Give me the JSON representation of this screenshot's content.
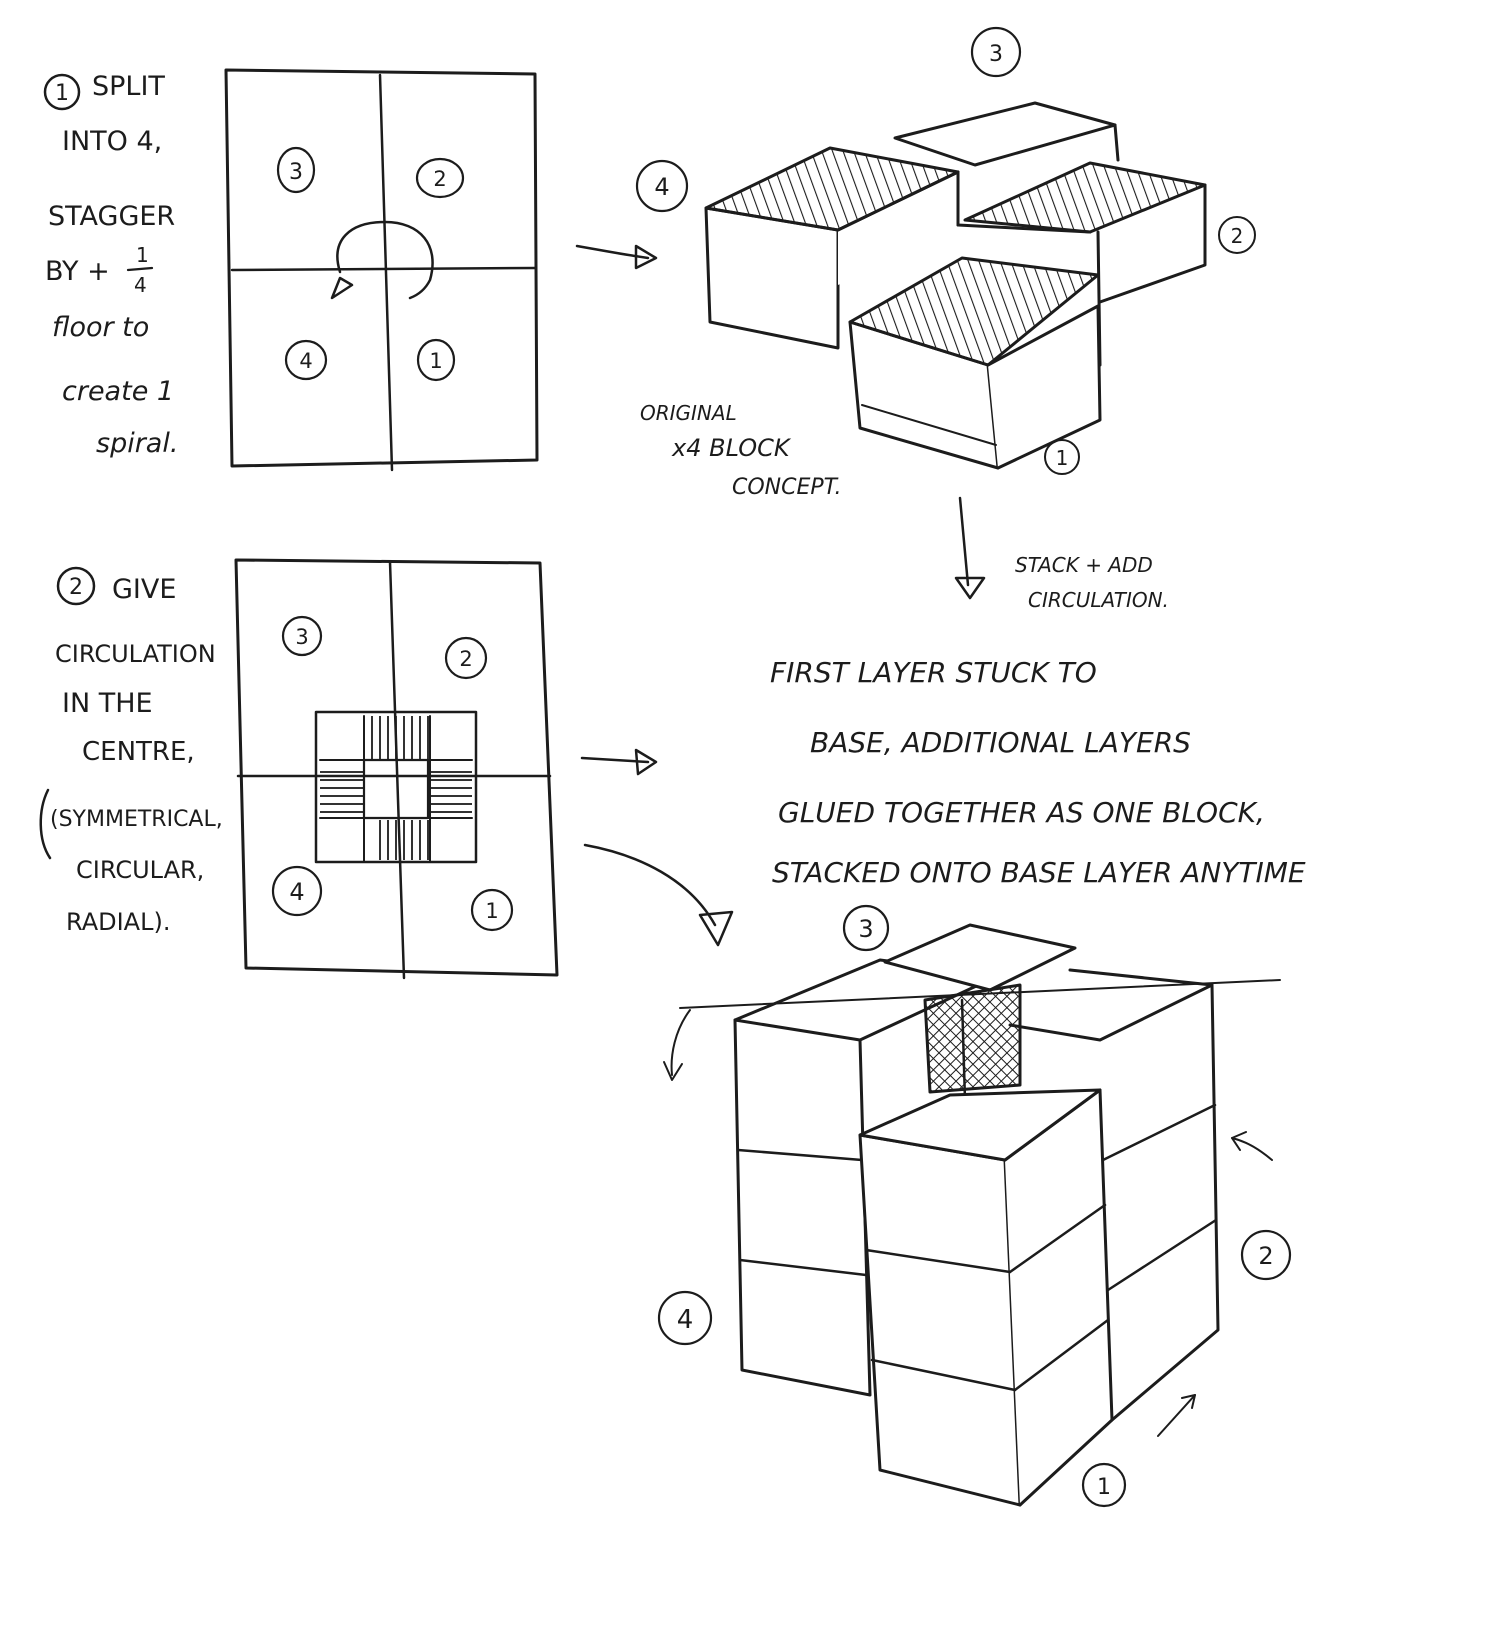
{
  "step1": {
    "lines": [
      "SPLIT",
      "INTO 4,",
      "STAGGER",
      "BY +",
      "floor to",
      "create 1",
      "spiral."
    ],
    "number": "1",
    "fraction_num": "1",
    "fraction_den": "4"
  },
  "step2": {
    "lines": [
      "GIVE",
      "CIRCULATION",
      "IN THE",
      "CENTRE,",
      "(SYMMETRICAL,",
      "CIRCULAR,",
      "RADIAL)."
    ],
    "number": "2"
  },
  "plan_labels": [
    "3",
    "2",
    "4",
    "1"
  ],
  "block_concept": {
    "caption": [
      "ORIGINAL",
      "x4 BLOCK",
      "CONCEPT."
    ],
    "labels": [
      "3",
      "4",
      "2",
      "1"
    ]
  },
  "stack_note": [
    "STACK + ADD",
    "CIRCULATION."
  ],
  "layer_note": [
    "FIRST LAYER STUCK TO",
    "BASE, ADDITIONAL LAYERS",
    "GLUED TOGETHER AS ONE BLOCK,",
    "STACKED ONTO BASE LAYER ANYTIME"
  ],
  "tower_labels": [
    "3",
    "2",
    "4",
    "1"
  ]
}
